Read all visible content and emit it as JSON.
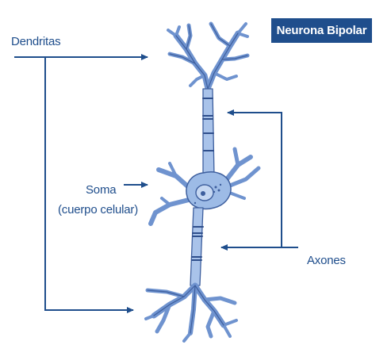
{
  "title": "Neurona Bipolar",
  "labels": {
    "dendritas": "Dendritas",
    "soma": "Soma",
    "soma_sub": "(cuerpo celular)",
    "axones": "Axones"
  },
  "colors": {
    "label": "#1f4e8c",
    "badge_bg": "#1f4e8c",
    "neuron_fill": "#a9c3ea",
    "neuron_stroke": "#3e5f9e"
  }
}
